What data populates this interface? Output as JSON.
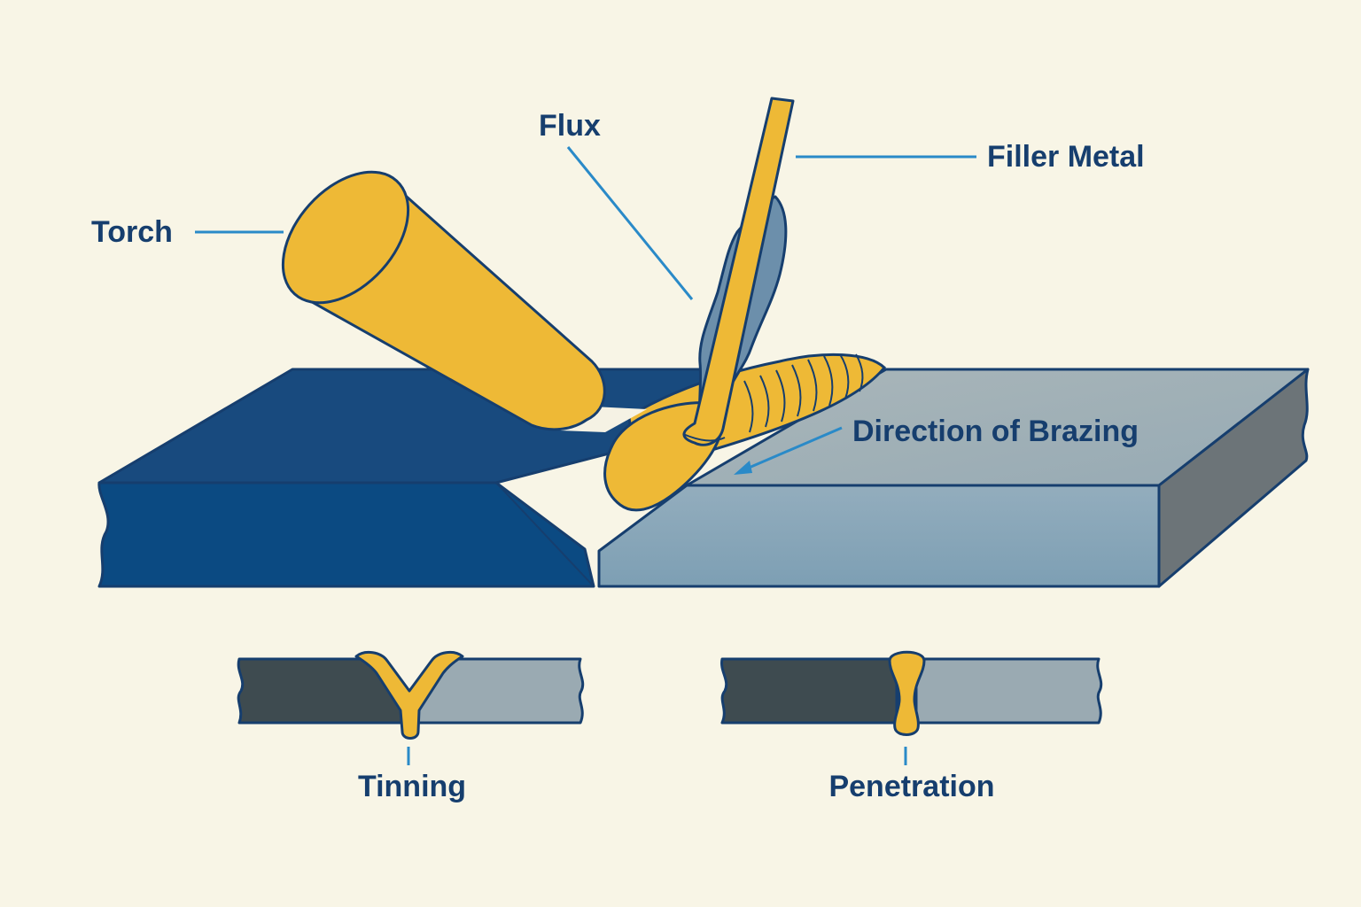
{
  "labels": {
    "torch": "Torch",
    "flux": "Flux",
    "filler_metal": "Filler Metal",
    "direction": "Direction of Brazing",
    "tinning": "Tinning",
    "penetration": "Penetration"
  },
  "colors": {
    "background": "#f8f5e6",
    "outline": "#163e6e",
    "gold": "#eeb936",
    "dark_plate": "#0b4a82",
    "dark_plate_top": "#184a7e",
    "light_plate": "#8ba9bb",
    "light_plate_top": "#a5b3b8",
    "plate_side": "#6c7478",
    "flux": "#6c8fab",
    "leader_line": "#2a8ac8",
    "label_text": "#163e6e"
  }
}
